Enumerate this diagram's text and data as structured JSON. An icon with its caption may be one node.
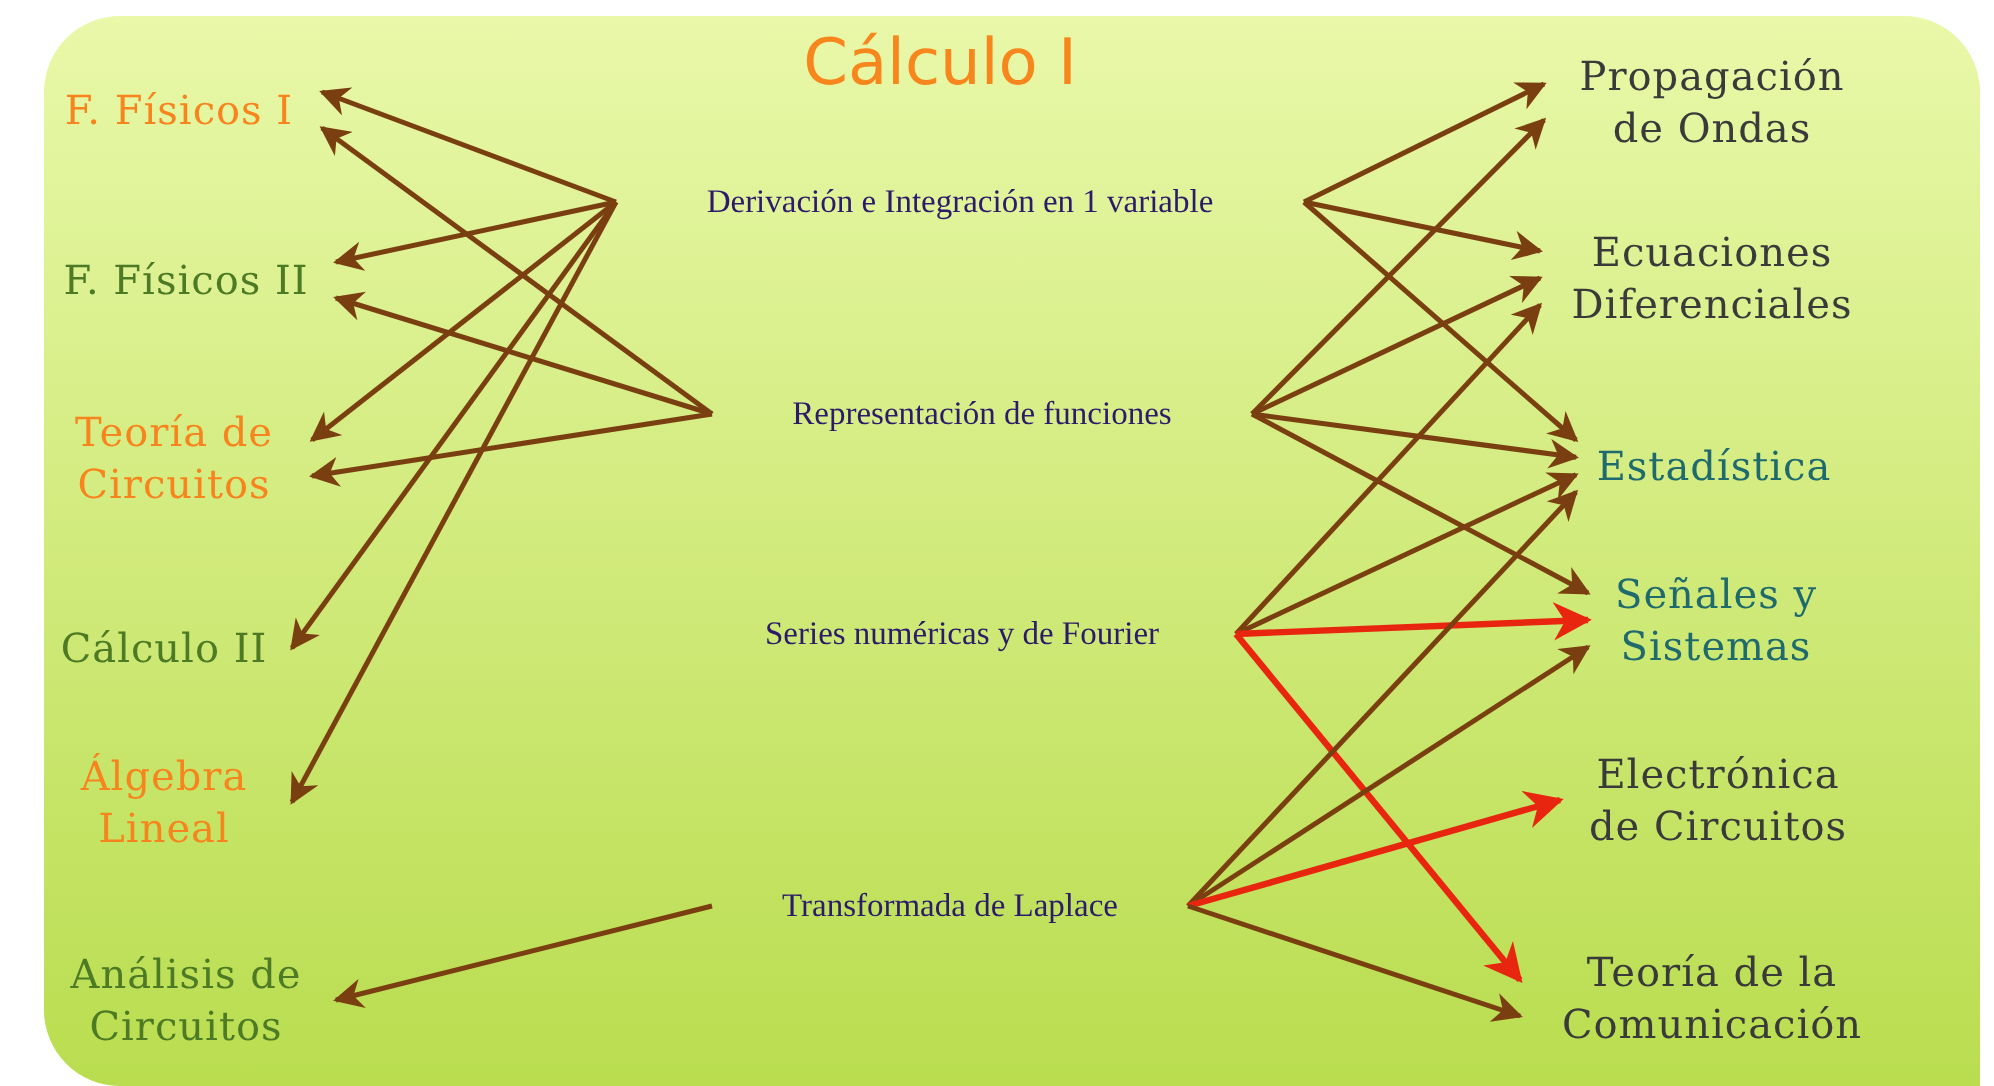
{
  "diagram": {
    "title": "Cálculo I",
    "nodes": [
      {
        "text": [
          "F. Físicos I"
        ]
      },
      {
        "text": [
          "F. Físicos II"
        ]
      },
      {
        "text": [
          "Teoría de Circuitos"
        ]
      },
      {
        "text": [
          "Cálculo II"
        ]
      },
      {
        "text": [
          "Álgebra Lineal"
        ]
      },
      {
        "text": [
          "Análisis de Circuitos"
        ]
      },
      {
        "text": [
          "Derivación e Integración en 1 variable"
        ]
      },
      {
        "text": [
          "Representación de funciones"
        ]
      },
      {
        "text": [
          "Series numéricas y de Fourier"
        ]
      },
      {
        "text": [
          "Transformada de Laplace"
        ]
      },
      {
        "text": [
          "Propagación de Ondas"
        ]
      },
      {
        "text": [
          "Ecuaciones Diferenciales"
        ]
      },
      {
        "text": [
          "Estadística"
        ]
      },
      {
        "text": [
          "Señales y Sistemas"
        ]
      },
      {
        "text": [
          "Electrónica de Circuitos"
        ]
      },
      {
        "text": [
          "Teoría de la Comunicación"
        ]
      }
    ],
    "edges": [
      {
        "from": 6,
        "to": 0,
        "arrow": "to"
      },
      {
        "from": 6,
        "to": 1,
        "arrow": "to"
      },
      {
        "from": 6,
        "to": 2,
        "arrow": "to"
      },
      {
        "from": 6,
        "to": 3,
        "arrow": "to"
      },
      {
        "from": 6,
        "to": 4,
        "arrow": "to"
      },
      {
        "from": 6,
        "to": 10,
        "arrow": "to"
      },
      {
        "from": 6,
        "to": 11,
        "arrow": "to"
      },
      {
        "from": 6,
        "to": 12,
        "arrow": "to"
      },
      {
        "from": 7,
        "to": 0,
        "arrow": "to"
      },
      {
        "from": 7,
        "to": 1,
        "arrow": "to"
      },
      {
        "from": 7,
        "to": 2,
        "arrow": "to"
      },
      {
        "from": 7,
        "to": 10,
        "arrow": "to"
      },
      {
        "from": 7,
        "to": 11,
        "arrow": "to"
      },
      {
        "from": 7,
        "to": 12,
        "arrow": "to"
      },
      {
        "from": 7,
        "to": 13,
        "arrow": "to"
      },
      {
        "from": 8,
        "to": 11,
        "arrow": "to"
      },
      {
        "from": 8,
        "to": 12,
        "arrow": "to"
      },
      {
        "from": 8,
        "to": 13,
        "arrow": "to",
        "color": "#e8260f"
      },
      {
        "from": 8,
        "to": 15,
        "arrow": "to",
        "color": "#e8260f"
      },
      {
        "from": 9,
        "to": 5,
        "arrow": "to"
      },
      {
        "from": 9,
        "to": 12,
        "arrow": "to"
      },
      {
        "from": 9,
        "to": 13,
        "arrow": "to"
      },
      {
        "from": 9,
        "to": 14,
        "arrow": "to",
        "color": "#e8260f"
      },
      {
        "from": 9,
        "to": 15,
        "arrow": "to"
      }
    ]
  }
}
